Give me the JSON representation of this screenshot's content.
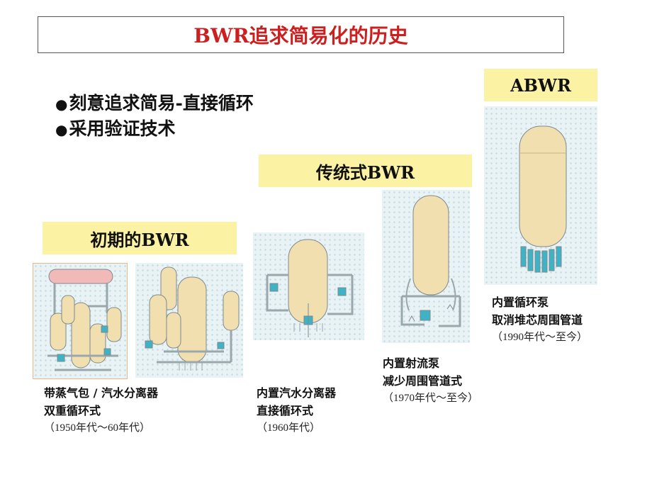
{
  "title": "BWR追求简易化的历史",
  "bullets": [
    "刻意追求简易-直接循环",
    "采用验证技术"
  ],
  "bullet_symbol": "●",
  "stages": {
    "early": {
      "label": "初期的BWR",
      "caption_line1": "带蒸气包 / 汽水分离器",
      "caption_line2": "双重循环式",
      "era": "（1950年代～60年代）"
    },
    "traditional": {
      "label": "传统式BWR",
      "caption_a_line1": "内置汽水分离器",
      "caption_a_line2": "直接循环式",
      "era_a": "（1960年代）",
      "caption_b_line1": "内置射流泵",
      "caption_b_line2": "减少周围管道式",
      "era_b": "（1970年代～至今）"
    },
    "abwr": {
      "label": "ABWR",
      "caption_line1": "内置循环泵",
      "caption_line2": "取消堆芯周围管道",
      "era": "（1990年代～至今）"
    }
  },
  "colors": {
    "title": "#cc1f1f",
    "label_bg": "#fbf3a3",
    "vessel": "#f1dfb0",
    "pipe": "#9aa8ad",
    "pump": "#3fb3c6",
    "drum": "#f2b9b9"
  }
}
